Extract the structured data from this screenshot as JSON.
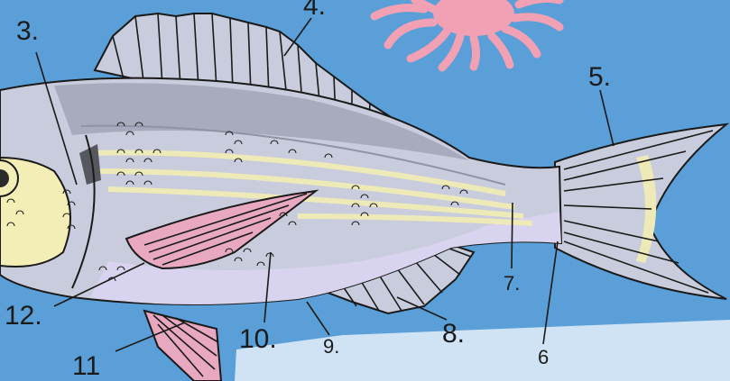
{
  "colors": {
    "water": "#5a9fd8",
    "paper": "#cfe3f5",
    "body": "#c9ccdc",
    "back": "#a7abbd",
    "belly": "#d8d3ee",
    "stripe": "#eeeab8",
    "gill": "#f3eeb6",
    "pink_fin": "#e8a8c0",
    "anemone": "#f2a0b4"
  },
  "labels": [
    {
      "id": "l3",
      "text": "3."
    },
    {
      "id": "l4",
      "text": "4."
    },
    {
      "id": "l5",
      "text": "5."
    },
    {
      "id": "l6",
      "text": "6"
    },
    {
      "id": "l7",
      "text": "7."
    },
    {
      "id": "l8",
      "text": "8."
    },
    {
      "id": "l9",
      "text": "9."
    },
    {
      "id": "l10",
      "text": "10."
    },
    {
      "id": "l11",
      "text": "11"
    },
    {
      "id": "l12",
      "text": "12."
    }
  ]
}
